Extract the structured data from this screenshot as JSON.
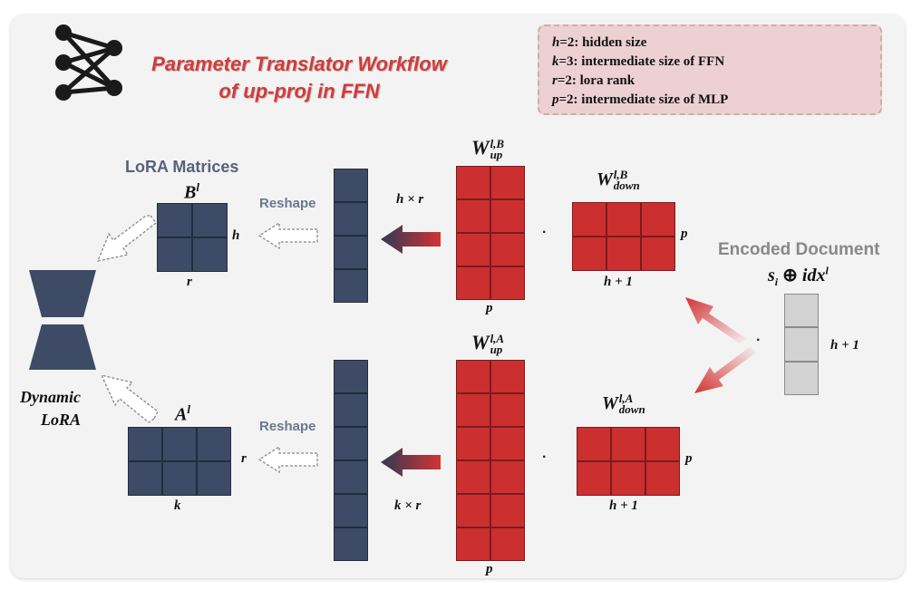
{
  "title": {
    "line1": "Parameter Translator Workflow",
    "line2": "of up-proj in FFN"
  },
  "legend": [
    {
      "sym": "h",
      "text": "=2: hidden size"
    },
    {
      "sym": "k",
      "text": "=3: intermediate size of FFN"
    },
    {
      "sym": "r",
      "text": "=2: lora rank"
    },
    {
      "sym": "p",
      "text": "=2: intermediate size of  MLP"
    }
  ],
  "lora": {
    "title": "LoRA Matrices",
    "b_label": "B",
    "b_sup": "l",
    "b_row_label": "h",
    "b_col_label": "r",
    "a_label": "A",
    "a_sup": "l",
    "a_row_label": "r",
    "a_col_label": "k"
  },
  "reshape_top": "Reshape",
  "reshape_bottom": "Reshape",
  "dynamic_lora": {
    "line1": "Dynamic",
    "line2": "LoRA"
  },
  "top_vec_label": "h × r",
  "bottom_vec_label": "k × r",
  "w_up_b": {
    "base": "W",
    "sup": "l,B",
    "sub": "up",
    "col_label": "p"
  },
  "w_up_a": {
    "base": "W",
    "sup": "l,A",
    "sub": "up",
    "col_label": "p"
  },
  "w_down_b": {
    "base": "W",
    "sup": "l,B",
    "sub": "down",
    "row_label": "p",
    "col_label": "h + 1"
  },
  "w_down_a": {
    "base": "W",
    "sup": "l,A",
    "sub": "down",
    "row_label": "p",
    "col_label": "h + 1"
  },
  "dot_symbol": "·",
  "encoded": {
    "title": "Encoded Document",
    "formula_s": "s",
    "formula_i": "i",
    "formula_op": " ⊕ ",
    "formula_idx": "idx",
    "formula_sup": "l",
    "row_label": "h + 1"
  },
  "colors": {
    "title_red": "#d33b3b",
    "matrix_blue": "#3d4b66",
    "matrix_red": "#cc2f2f",
    "vector_gray": "#d2d2d2",
    "legend_bg": "#ecd0d2"
  },
  "icons": [
    "network-icon",
    "dynamic-lora-icon",
    "dashed-arrow-icon",
    "gradient-arrow-icon"
  ]
}
